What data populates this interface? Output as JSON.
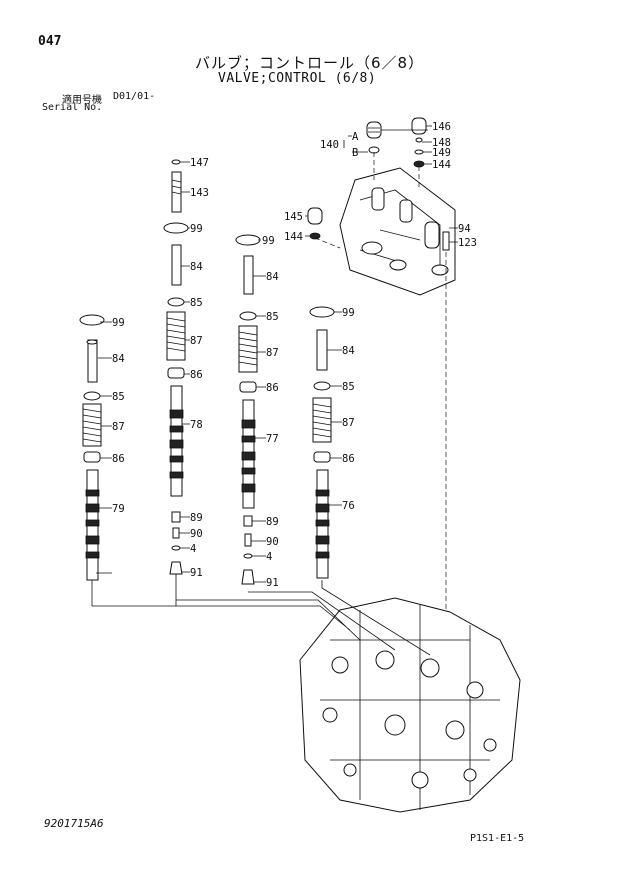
{
  "header": {
    "page_number": "047",
    "title_jp": "バルブ；コントロール（6／8）",
    "title_en": "VALVE;CONTROL (6/8)",
    "serial_label_jp": "適用号機",
    "serial_value": "D01/01-",
    "serial_label_en": "Serial No."
  },
  "footer": {
    "doc_code": "9201715A6",
    "ref_code": "P1S1-E1-5"
  },
  "callouts": {
    "c147": "147",
    "c143": "143",
    "c99_a": "99",
    "c99_b": "99",
    "c99_c": "99",
    "c99_d": "99",
    "c84_a": "84",
    "c84_b": "84",
    "c84_c": "84",
    "c84_d": "84",
    "c85_a": "85",
    "c85_b": "85",
    "c85_c": "85",
    "c85_d": "85",
    "c87_a": "87",
    "c87_b": "87",
    "c87_c": "87",
    "c87_d": "87",
    "c86_a": "86",
    "c86_b": "86",
    "c86_c": "86",
    "c86_d": "86",
    "c78": "78",
    "c77": "77",
    "c79": "79",
    "c76": "76",
    "c89_a": "89",
    "c89_b": "89",
    "c90_a": "90",
    "c90_b": "90",
    "c4_a": "4",
    "c4_b": "4",
    "c91_a": "91",
    "c91_b": "91",
    "c146": "146",
    "c148": "148",
    "c149": "149",
    "c144_a": "144",
    "c144_b": "144",
    "c140": "140",
    "cA": "A",
    "cB": "B",
    "c145": "145",
    "c94": "94",
    "c123": "123"
  }
}
